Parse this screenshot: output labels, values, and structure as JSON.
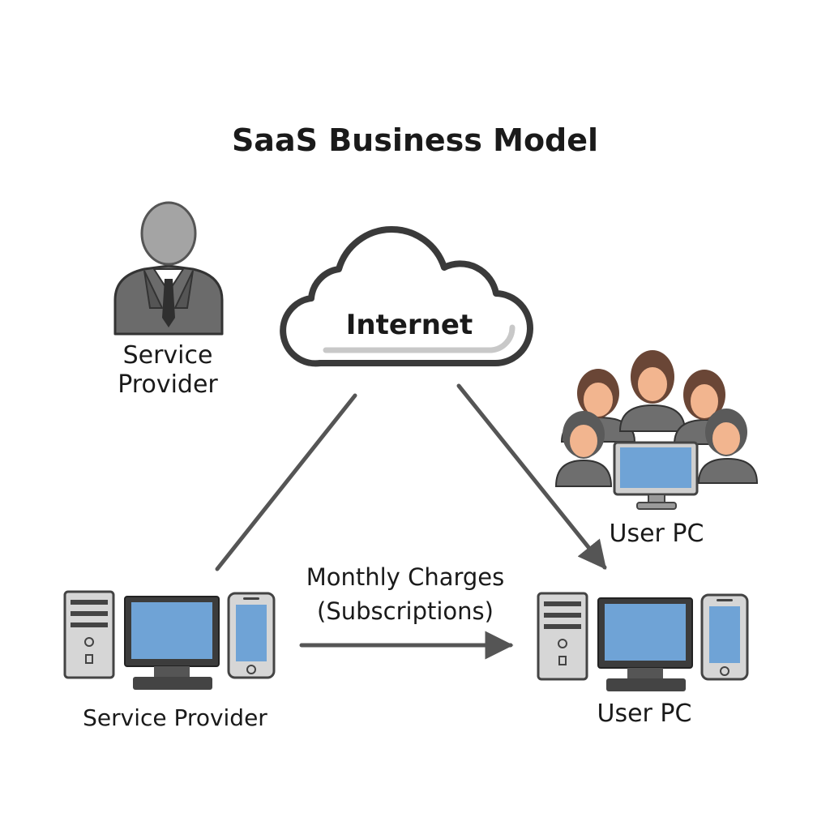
{
  "diagram": {
    "title": "SaaS Business Model",
    "nodes": {
      "internet": {
        "label": "Internet",
        "icon": "cloud-icon"
      },
      "service_provider_person": {
        "label_line1": "Service",
        "label_line2": "Provider",
        "icon": "businessman-icon"
      },
      "users_group": {
        "label": "User PC",
        "icon": "user-group-icon"
      },
      "service_provider_pc": {
        "label": "Service Provider",
        "icon": "computer-devices-icon"
      },
      "user_pc": {
        "label": "User PC",
        "icon": "computer-devices-icon"
      }
    },
    "edges": {
      "monthly_charges": {
        "line1": "Monthly Charges",
        "line2": "(Subscriptions)"
      }
    }
  },
  "colors": {
    "line": "#555555",
    "screen": "#6fa3d6",
    "device_body": "#d6d6d6",
    "device_outline": "#444444",
    "person_gray": "#9e9e9e",
    "suit": "#6b6b6b",
    "skin": "#f2b58f",
    "hair": "#6a4636",
    "user_clothes": "#6e6e6e"
  }
}
